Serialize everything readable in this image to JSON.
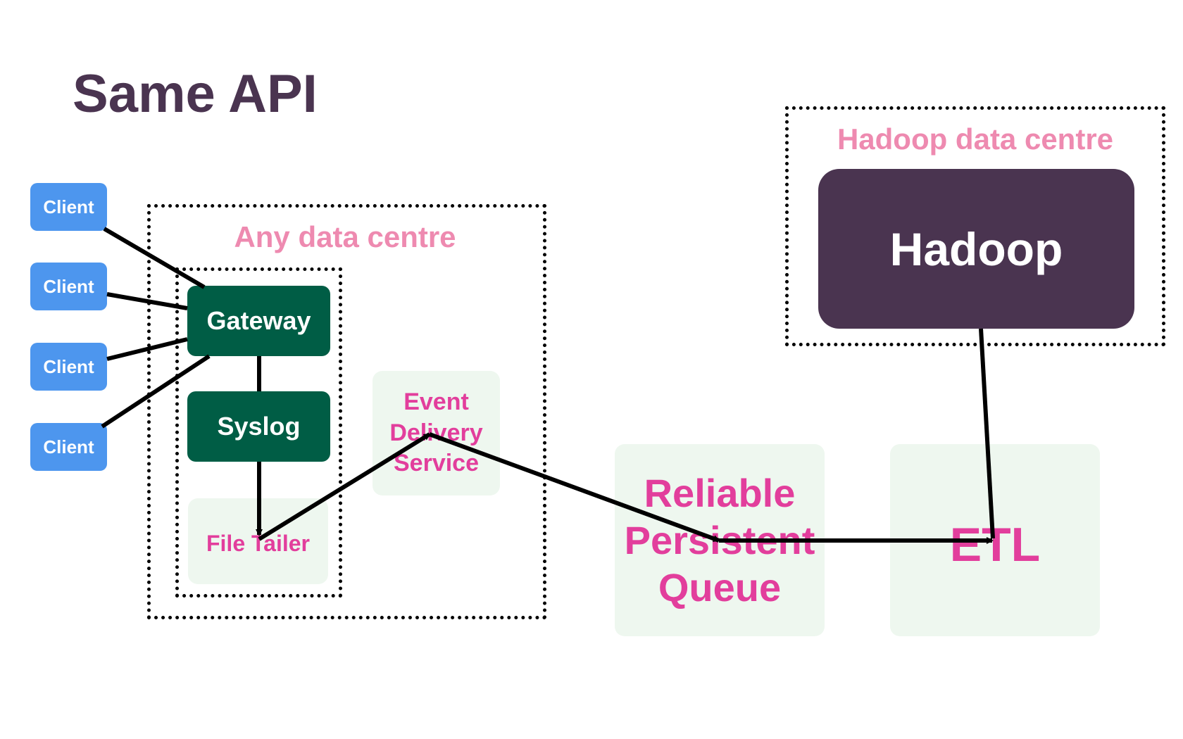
{
  "title": "Same API",
  "clients": [
    "Client",
    "Client",
    "Client",
    "Client"
  ],
  "any_dc": {
    "label": "Any data centre"
  },
  "gateway": "Gateway",
  "syslog": "Syslog",
  "file_tailer": "File Tailer",
  "event_delivery": "Event Delivery Service",
  "queue": "Reliable Persistent Queue",
  "etl": "ETL",
  "hadoop_dc": {
    "label": "Hadoop data centre"
  },
  "hadoop": "Hadoop",
  "colors": {
    "title": "#4a3450",
    "client": "#4d96ee",
    "green": "#005d45",
    "pink_label": "#ee8ab0",
    "magenta_text": "#e23e9c",
    "pale_box": "#eef7ef",
    "hadoop": "#4a3450"
  }
}
